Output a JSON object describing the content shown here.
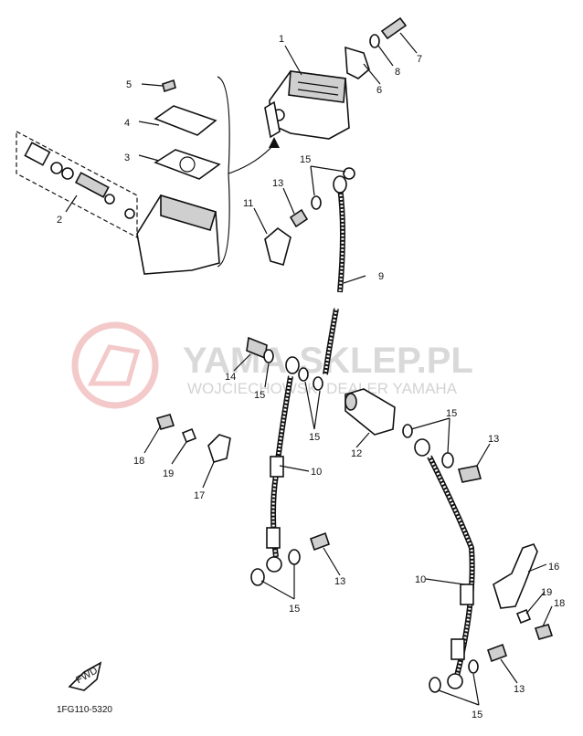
{
  "diagram_code": "1FG110-5320",
  "watermark": {
    "brand": "YAMA-SKLEP.PL",
    "tagline": "WOJCIECHOWSKI DEALER YAMAHA"
  },
  "fwd_label": "FWD",
  "callouts": {
    "c1": "1",
    "c2": "2",
    "c3": "3",
    "c4": "4",
    "c5": "5",
    "c6": "6",
    "c7": "7",
    "c8": "8",
    "c9": "9",
    "c10a": "10",
    "c10b": "10",
    "c11": "11",
    "c12": "12",
    "c13a": "13",
    "c13b": "13",
    "c13c": "13",
    "c13d": "13",
    "c14": "14",
    "c15a": "15",
    "c15b": "15",
    "c15c": "15",
    "c15d": "15",
    "c15e": "15",
    "c15f": "15",
    "c16": "16",
    "c17": "17",
    "c18a": "18",
    "c18b": "18",
    "c19a": "19",
    "c19b": "19"
  }
}
